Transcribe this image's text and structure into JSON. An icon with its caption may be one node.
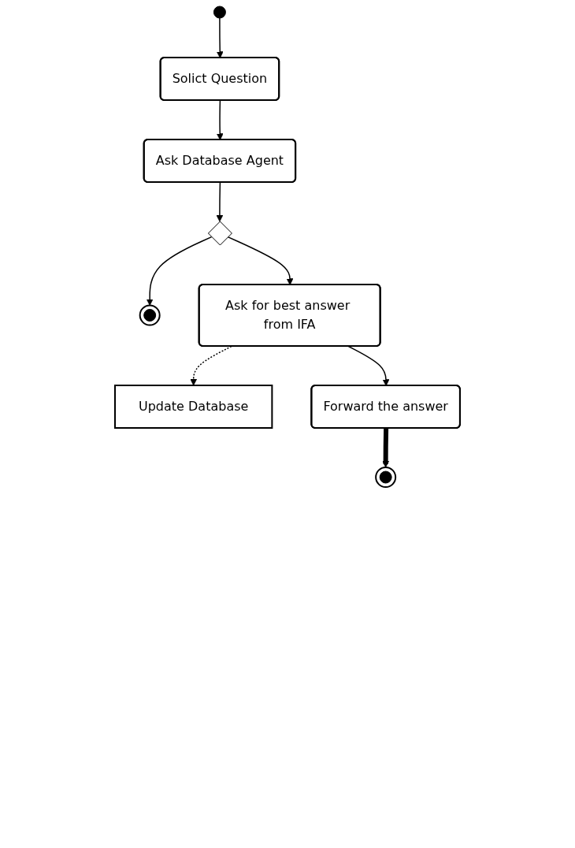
{
  "diagram": {
    "nodes": [
      {
        "text": [],
        "shape": "circle"
      },
      {
        "text": [
          "Solict Question"
        ]
      },
      {
        "text": [
          "Ask Database Agent"
        ]
      },
      {
        "text": [],
        "shape": "diamond"
      },
      {
        "text": [],
        "shape": "bullseye"
      },
      {
        "text": [
          "Ask for best answer from IFA"
        ]
      },
      {
        "text": [
          "Update Database"
        ]
      },
      {
        "text": [
          "Forward the answer"
        ]
      },
      {
        "text": [],
        "shape": "bullseye"
      }
    ],
    "edges": [
      {
        "from": 0,
        "to": 1,
        "arrow": "to"
      },
      {
        "from": 1,
        "to": 2,
        "arrow": "to"
      },
      {
        "from": 2,
        "to": 3,
        "arrow": "to"
      },
      {
        "from": 3,
        "to": 4,
        "arrow": "to"
      },
      {
        "from": 3,
        "to": 5,
        "arrow": "to"
      },
      {
        "from": 5,
        "to": 6,
        "arrow": "to",
        "style": "dashed"
      },
      {
        "from": 5,
        "to": 7,
        "arrow": "to"
      },
      {
        "from": 7,
        "to": 8,
        "arrow": "to",
        "style": "thick"
      }
    ]
  }
}
